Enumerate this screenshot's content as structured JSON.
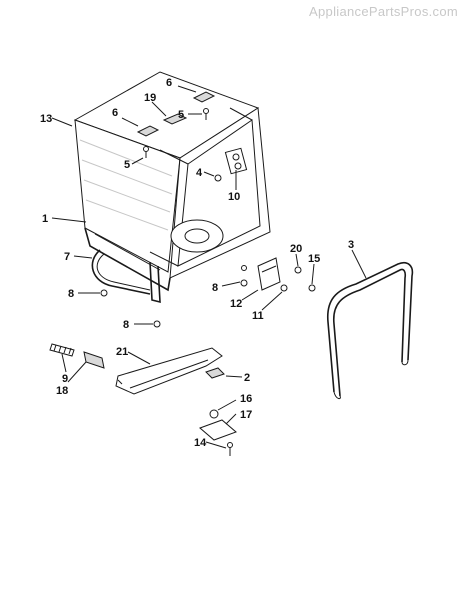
{
  "watermark": "AppliancePartsPros.com",
  "callouts": [
    "1",
    "2",
    "3",
    "4",
    "5",
    "5",
    "6",
    "6",
    "7",
    "8",
    "8",
    "8",
    "9",
    "10",
    "11",
    "12",
    "13",
    "14",
    "15",
    "16",
    "17",
    "18",
    "19",
    "20",
    "21"
  ]
}
